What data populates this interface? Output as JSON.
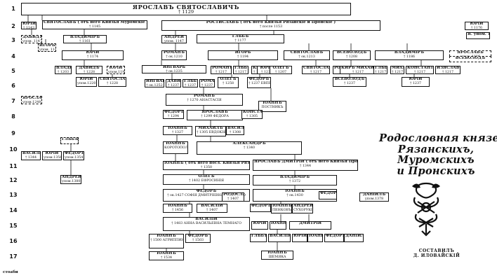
{
  "title_lines": [
    "Родословная князей",
    "Рязанскихъ,",
    "Муромскихъ",
    "и Пронскихъ"
  ],
  "compiled": [
    "СОСТАВИЛЪ",
    "Д. ИЛОВАЙСКІЙ"
  ],
  "corner_note": "стоаби",
  "row_numbers": [
    "1",
    "2",
    "3",
    "4",
    "5",
    "6",
    "7",
    "8",
    "9",
    "10",
    "11",
    "12",
    "13",
    "14",
    "15",
    "16",
    "17"
  ],
  "colors": {
    "ink": "#111111",
    "paper": "#ffffff"
  },
  "boxes": [
    {
      "n": "ЯРОСЛАВЪ СВЯТОСЛАВИЧЪ",
      "d": "† 1129"
    },
    {
      "n": "ЮРІЙ",
      "d": "† 1143"
    },
    {
      "n": "СВЯТОСЛАВЪ ( отъ него Князья Муромскіе )",
      "d": "† 1145"
    },
    {
      "n": "РОСТИСЛАВЪ ( отъ него Князья Рязанскіе и Пронскіе )",
      "d": "† после 1153"
    },
    {
      "n": "ЮРІЙ",
      "d": "† 1176"
    },
    {
      "n": "ДАВИДЪ",
      "d": "упом. 1147"
    },
    {
      "n": "ИГОРЬ",
      "d": "упом. 1149"
    },
    {
      "n": "ВЛАДИМІРЪ",
      "d": "† 1161"
    },
    {
      "n": "АНДРЕЙ",
      "d": "упом. 1147"
    },
    {
      "n": "ГЛѢБЪ",
      "d": "† 1177"
    },
    {
      "n": "Я. упом. 1176",
      "d": ""
    },
    {
      "n": "ЮРІЙ",
      "d": "† 1174"
    },
    {
      "n": "РОМАНЪ",
      "d": "† ок.1210"
    },
    {
      "n": "ИГОРЬ",
      "d": "† 1194"
    },
    {
      "n": "СВЯТОСЛАВЪ",
      "d": "† ок.1213"
    },
    {
      "n": "ВСЕВОЛОДЪ",
      "d": "† 1208"
    },
    {
      "n": "ВЛАДИМІРЪ",
      "d": "† 1186"
    },
    {
      "n": "ЯРОСЛАВЪ",
      "d": "упом. 1186"
    },
    {
      "n": "ВСЕВОЛОДЪ",
      "d": ""
    },
    {
      "n": "ВЛАДИМІРЪ",
      "d": "† 1203"
    },
    {
      "n": "ДАВИДЪ",
      "d": "† 1228"
    },
    {
      "n": "ЮРІЙ",
      "d": "упом.1196"
    },
    {
      "n": "ИНГВАРЬ",
      "d": "† ок.1235"
    },
    {
      "n": "РОМАНЪ",
      "d": "† 1217"
    },
    {
      "n": "ГЛѢБЪ",
      "d": "† 1217"
    },
    {
      "n": "КИРЪ",
      "d": "† 1217"
    },
    {
      "n": "ЮРІЙ",
      "d": "† 1237"
    },
    {
      "n": "ОЛЕГЪ",
      "d": "† 1207"
    },
    {
      "n": "СВЯТОСЛАВЪ",
      "d": "† 1217"
    },
    {
      "n": "РОСТИСЛАВЪ",
      "d": "† 1217"
    },
    {
      "n": "КИРЪ МИХАИЛЪ",
      "d": "† 1217"
    },
    {
      "n": "ГЛѢБЪ",
      "d": "† 1217"
    },
    {
      "n": "МИХАИЛЪ",
      "d": "† 1217"
    },
    {
      "n": "КОНСТАНТИНЪ",
      "d": "† 1217"
    },
    {
      "n": "ИЗЯСЛАВЪ",
      "d": "† 1217"
    },
    {
      "n": "ЮРІЙ",
      "d": "упом.1220"
    },
    {
      "n": "СВЯТОСЛАВЪ",
      "d": "† 1228"
    },
    {
      "n": "ИНГВАРЬ",
      "d": "† ок.1252"
    },
    {
      "n": "ДАВИДЪ",
      "d": "† 1237"
    },
    {
      "n": "ГЛѢБЪ",
      "d": "† 1237"
    },
    {
      "n": "РОМАНЪ",
      "d": "† 1237"
    },
    {
      "n": "ОЛЕГЪ",
      "d": "† 1258"
    },
    {
      "n": "ФЕДОРЪ",
      "d": "† 1237 ЕВПРАКСІЯ"
    },
    {
      "n": "ВСЕВОЛОДЪ",
      "d": "† 1237"
    },
    {
      "n": "ЮРІЙ",
      "d": "† 1237"
    },
    {
      "n": "ЯРОСЛАВЪ",
      "d": "упом.1248"
    },
    {
      "n": "РОМАНЪ",
      "d": "† 1270 АНАСТАСІЯ"
    },
    {
      "n": "ІОАННЪ",
      "d": "ПОСТНИКЪ"
    },
    {
      "n": "ФЕДОРЪ",
      "d": "† 1294"
    },
    {
      "n": "ЯРОСЛАВЪ",
      "d": "† 1299 ФЕДОРА"
    },
    {
      "n": "КОНСТАНТИНЪ",
      "d": "† 1305"
    },
    {
      "n": "ІОАННЪ",
      "d": "† 1327"
    },
    {
      "n": "МИХАИЛЪ",
      "d": "† 1305 ЕВДОКІЯ"
    },
    {
      "n": "ВАСИЛІЙ",
      "d": "† 1308"
    },
    {
      "n": "ГЛѢБЪ",
      "d": ""
    },
    {
      "n": "ІОАННЪ",
      "d": "КОРОТОПОЛЪ † 1343"
    },
    {
      "n": "АЛЕКСАНДРЪ",
      "d": "† 1340"
    },
    {
      "n": "ВАСИЛІЙ",
      "d": "† 1344"
    },
    {
      "n": "ЮРІЙ",
      "d": "упом.1356"
    },
    {
      "n": "ФЕДОРЪ",
      "d": "упом.1354"
    },
    {
      "n": "ІОАННЪ ( отъ него посл. Князья Рязанскіе )",
      "d": "† 1350"
    },
    {
      "n": "ЯРОСЛАВЪ ДМИТРІЙ ( отъ него Князья Пронскіе )",
      "d": "† 1344"
    },
    {
      "n": "ОЛЕГЪ",
      "d": "† 1402 ЕФРОСИНІЯ"
    },
    {
      "n": "ВЛАДИМІРЪ",
      "d": "† 1372"
    },
    {
      "n": "АНДРЕЙ",
      "d": "упом.1380"
    },
    {
      "n": "ФЕДОРЪ",
      "d": "† ок.1427 СОФІЯ ДМИТРІЕВНА ДОНСКАГО"
    },
    {
      "n": "РОДОСЛАВЪ",
      "d": "† 1407"
    },
    {
      "n": "ІОАННЪ",
      "d": "† ок.1430"
    },
    {
      "n": "ФЕДОРЪ",
      "d": ""
    },
    {
      "n": "ДАНІИЛЪ",
      "d": "упом.1378"
    },
    {
      "n": "ІОАННЪ",
      "d": "† 1456"
    },
    {
      "n": "ВАСИЛІЙ",
      "d": "† 1407"
    },
    {
      "n": "ФЕДОРЪ",
      "d": ""
    },
    {
      "n": "ІОАННЪ",
      "d": "ПЕНКОВЪ"
    },
    {
      "n": "АНДРЕЙ",
      "d": "СУХОРУКІЙ"
    },
    {
      "n": "ВАСИЛІЙ",
      "d": "† 1483 АННА ВАСИЛЬЕВНА ТЕМНАГО"
    },
    {
      "n": "ЮРІЙ",
      "d": ""
    },
    {
      "n": "ІОАННЪ",
      "d": ""
    },
    {
      "n": "ДМИТРІЙ",
      "d": ""
    },
    {
      "n": "ІОАННЪ",
      "d": "† 1500 АГРИППИНА БАБИЧЪ"
    },
    {
      "n": "ФЕДОРЪ",
      "d": "† 1503"
    },
    {
      "n": "ГЛѢБЪ",
      "d": ""
    },
    {
      "n": "ВАСИЛІЙ",
      "d": ""
    },
    {
      "n": "ЮРІЙ",
      "d": ""
    },
    {
      "n": "ІОАННЪ",
      "d": ""
    },
    {
      "n": "ФЕДОРЪ",
      "d": ""
    },
    {
      "n": "ДАНІИЛЪ",
      "d": ""
    },
    {
      "n": "ІОАННЪ",
      "d": "† 1534"
    },
    {
      "n": "ІОАННЪ",
      "d": "ШЕМЯКА"
    }
  ]
}
